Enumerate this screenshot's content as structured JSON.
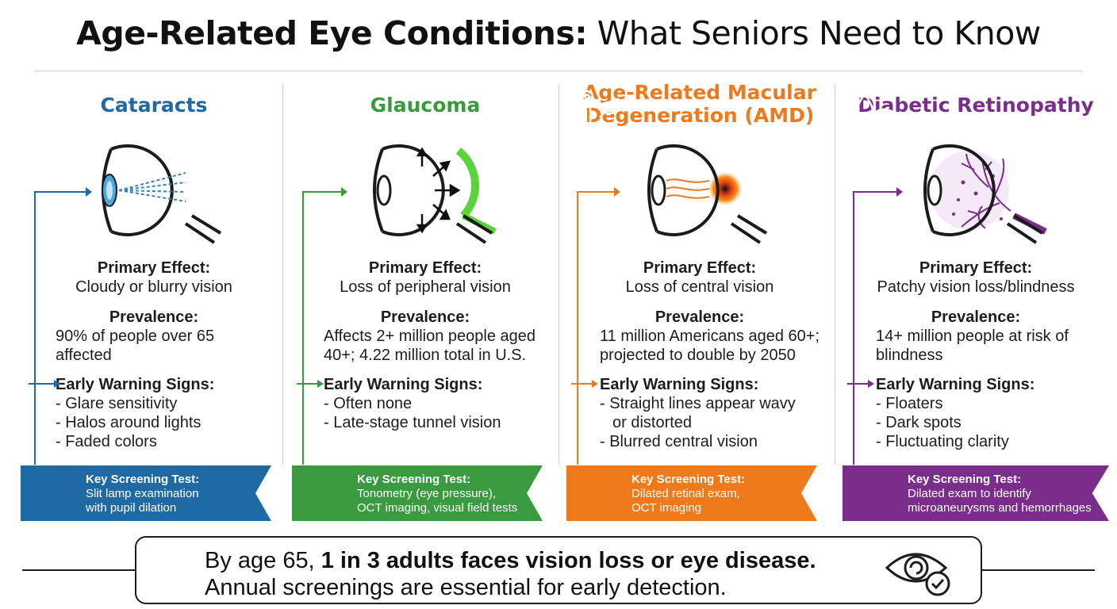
{
  "title": {
    "bold": "Age-Related Eye Conditions:",
    "light": "What Seniors Need to Know"
  },
  "colors": {
    "cataracts": "#1f6aa5",
    "glaucoma": "#3a9a3f",
    "amd": "#ee7a1c",
    "retinopathy": "#7b2d8b"
  },
  "labels": {
    "primary_effect": "Primary Effect:",
    "prevalence": "Prevalence:",
    "early_signs": "Early Warning Signs:",
    "screening": "Key Screening Test:"
  },
  "columns": [
    {
      "title": "Cataracts",
      "primary_effect": "Cloudy or blurry vision",
      "prevalence": [
        "90% of people over 65",
        "affected"
      ],
      "signs": [
        "- Glare sensitivity",
        "- Halos around lights",
        "- Faded colors"
      ],
      "screening": [
        "Slit lamp examination",
        "with pupil dilation"
      ],
      "icon": "magnifier-icon"
    },
    {
      "title": "Glaucoma",
      "primary_effect": "Loss of peripheral vision",
      "prevalence": [
        "Affects 2+ million people aged",
        "40+; 4.22 million total in U.S."
      ],
      "signs": [
        "- Often none",
        "- Late-stage tunnel vision"
      ],
      "screening": [
        "Tonometry (eye pressure),",
        "OCT imaging, visual field tests"
      ],
      "icon": "pressure-gauge-icon"
    },
    {
      "title_lines": [
        "Age-Related Macular",
        "Degeneration (AMD)"
      ],
      "primary_effect": "Loss of central vision",
      "prevalence": [
        "11 million Americans aged 60+;",
        "projected to double by 2050"
      ],
      "signs": [
        "- Straight lines appear wavy",
        "or distorted",
        "- Blurred central vision"
      ],
      "screening": [
        "Dilated retinal exam,",
        "OCT imaging"
      ],
      "icon": "ophthalmoscope-icon"
    },
    {
      "title": "Diabetic Retinopathy",
      "primary_effect": "Patchy vision loss/blindness",
      "prevalence": [
        "14+ million people at risk of",
        "blindness"
      ],
      "signs": [
        "- Floaters",
        "- Dark spots",
        "- Fluctuating clarity"
      ],
      "screening": [
        "Dilated exam to identify",
        "microaneurysms and hemorrhages"
      ],
      "icon": "blood-drop-eye-icon"
    }
  ],
  "bottom": {
    "line1_pre": "By age 65, ",
    "line1_bold": "1 in 3 adults faces vision loss or eye disease.",
    "line2": "Annual screenings are essential for early detection.",
    "icon": "eye-check-icon"
  }
}
